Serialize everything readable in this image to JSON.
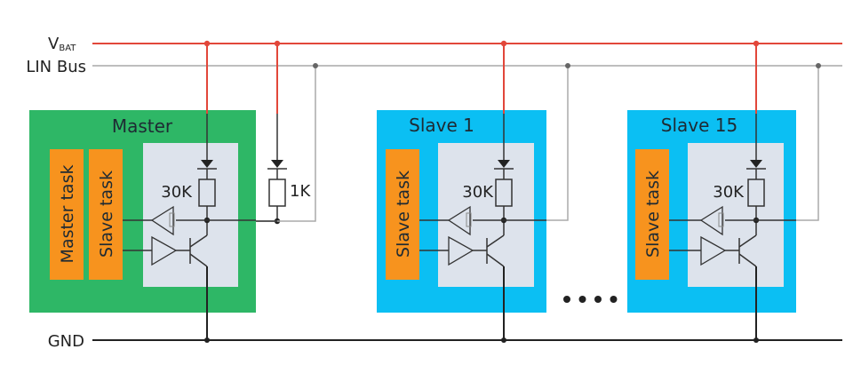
{
  "diagram": {
    "type": "LIN bus topology",
    "rails": {
      "vbat": {
        "label_main": "V",
        "label_sub": "BAT",
        "color": "#e2473a"
      },
      "lin": {
        "label": "LIN Bus",
        "color": "#a8a8a8"
      },
      "gnd": {
        "label": "GND",
        "color": "#222222"
      }
    },
    "pullup": {
      "diode": true,
      "resistor_label": "1K"
    },
    "nodes": [
      {
        "id": "master",
        "title": "Master",
        "color": "#2eb766",
        "tasks": [
          "Master task",
          "Slave task"
        ],
        "resistor_label": "30K"
      },
      {
        "id": "slave1",
        "title": "Slave 1",
        "color": "#0bbff3",
        "tasks": [
          "Slave task"
        ],
        "resistor_label": "30K"
      },
      {
        "id": "slave15",
        "title": "Slave 15",
        "color": "#0bbff3",
        "tasks": [
          "Slave task"
        ],
        "resistor_label": "30K"
      }
    ],
    "ellipsis": "....",
    "colors": {
      "task_box": "#f7931e",
      "transceiver_bg": "#dde3ec",
      "wire": "#333333"
    }
  }
}
